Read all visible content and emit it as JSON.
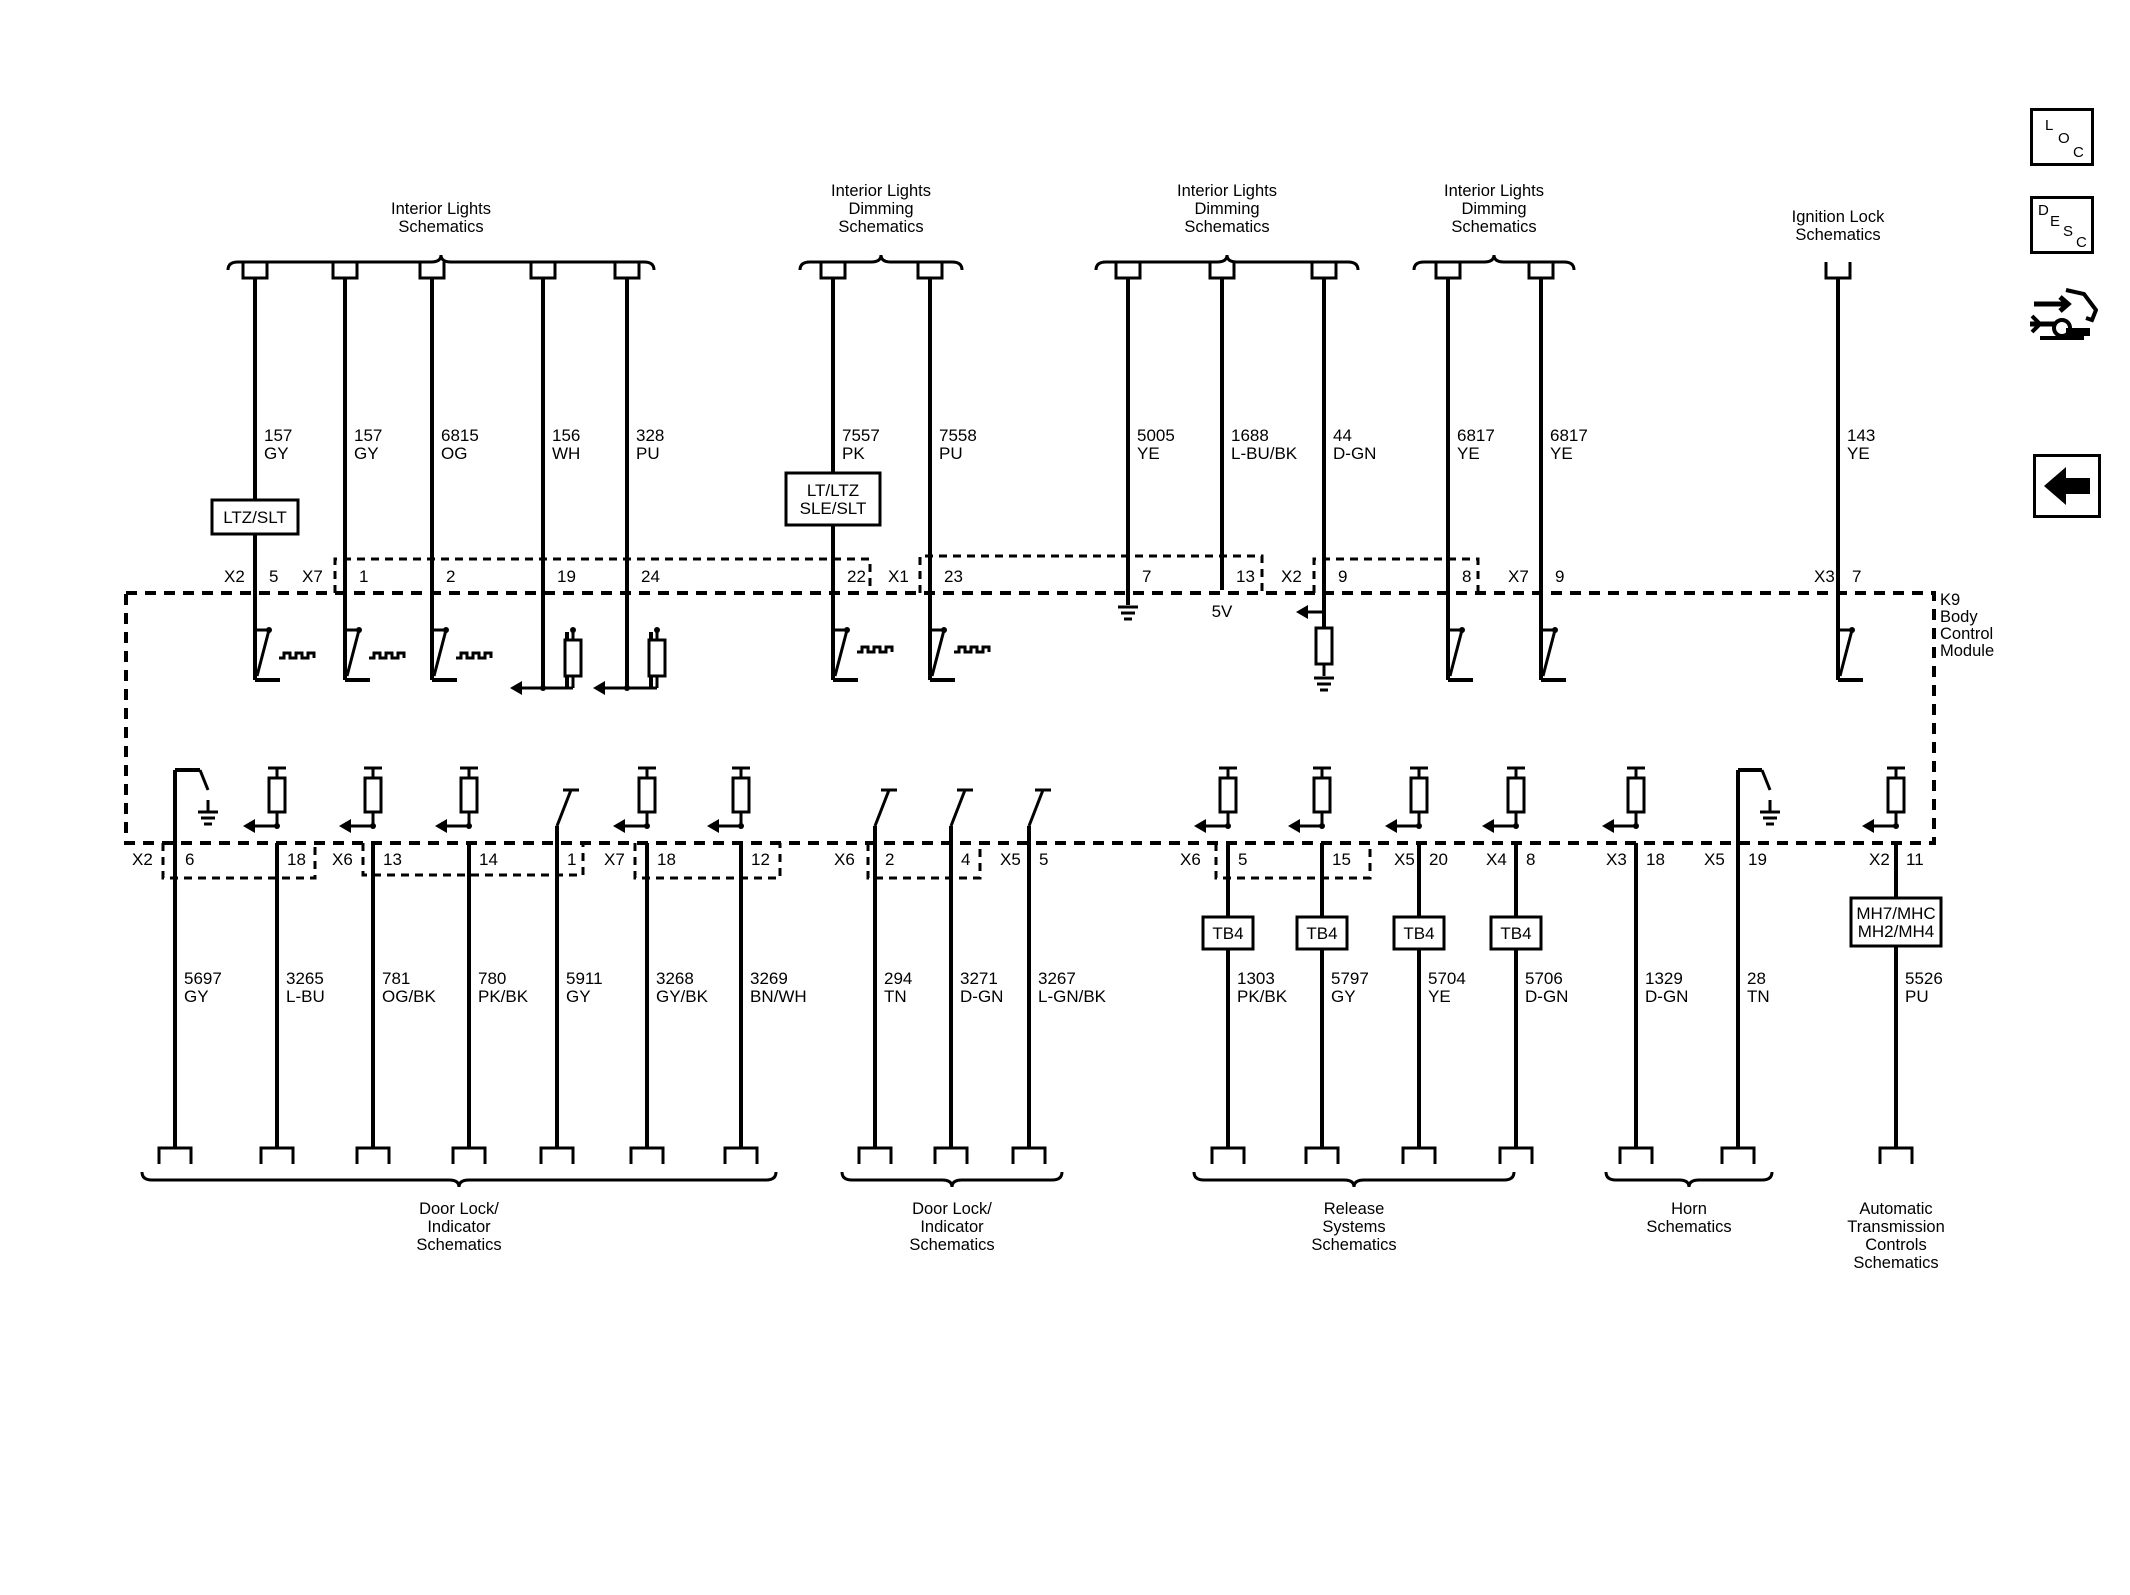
{
  "header_groups": [
    {
      "lines": [
        "Interior Lights",
        "Schematics"
      ]
    },
    {
      "lines": [
        "Interior Lights",
        "Dimming",
        "Schematics"
      ]
    },
    {
      "lines": [
        "Interior Lights",
        "Dimming",
        "Schematics"
      ]
    },
    {
      "lines": [
        "Interior Lights",
        "Dimming",
        "Schematics"
      ]
    },
    {
      "lines": [
        "Ignition Lock",
        "Schematics"
      ]
    }
  ],
  "footer_groups": [
    {
      "lines": [
        "Door Lock/",
        "Indicator",
        "Schematics"
      ]
    },
    {
      "lines": [
        "Door Lock/",
        "Indicator",
        "Schematics"
      ]
    },
    {
      "lines": [
        "Release",
        "Systems",
        "Schematics"
      ]
    },
    {
      "lines": [
        "Horn",
        "Schematics"
      ]
    },
    {
      "lines": [
        "Automatic",
        "Transmission",
        "Controls",
        "Schematics"
      ]
    }
  ],
  "module": {
    "lines": [
      "K9",
      "Body",
      "Control",
      "Module"
    ]
  },
  "top_wires": [
    {
      "circuit": "157",
      "color": "GY",
      "pin": "5"
    },
    {
      "circuit": "157",
      "color": "GY",
      "pin": "1"
    },
    {
      "circuit": "6815",
      "color": "OG",
      "pin": "2"
    },
    {
      "circuit": "156",
      "color": "WH",
      "pin": "19"
    },
    {
      "circuit": "328",
      "color": "PU",
      "pin": "24"
    },
    {
      "circuit": "7557",
      "color": "PK",
      "pin": "22"
    },
    {
      "circuit": "7558",
      "color": "PU",
      "pin": "23"
    },
    {
      "circuit": "5005",
      "color": "YE",
      "pin": "7"
    },
    {
      "circuit": "1688",
      "color": "L-BU/BK",
      "pin": "13"
    },
    {
      "circuit": "44",
      "color": "D-GN",
      "pin": "9"
    },
    {
      "circuit": "6817",
      "color": "YE",
      "pin": "8"
    },
    {
      "circuit": "6817",
      "color": "YE",
      "pin": "9"
    },
    {
      "circuit": "143",
      "color": "YE",
      "pin": "7"
    }
  ],
  "top_connectors": [
    "X2",
    "X7",
    "X1",
    "X2",
    "X7",
    "X3"
  ],
  "top_options": [
    {
      "lines": [
        "LTZ/SLT"
      ]
    },
    {
      "lines": [
        "LT/LTZ",
        "SLE/SLT"
      ]
    }
  ],
  "voltage_label": "5V",
  "bottom_wires": [
    {
      "circuit": "5697",
      "color": "GY",
      "pin": "6"
    },
    {
      "circuit": "3265",
      "color": "L-BU",
      "pin": "18"
    },
    {
      "circuit": "781",
      "color": "OG/BK",
      "pin": "13"
    },
    {
      "circuit": "780",
      "color": "PK/BK",
      "pin": "14"
    },
    {
      "circuit": "5911",
      "color": "GY",
      "pin": "1"
    },
    {
      "circuit": "3268",
      "color": "GY/BK",
      "pin": "18"
    },
    {
      "circuit": "3269",
      "color": "BN/WH",
      "pin": "12"
    },
    {
      "circuit": "294",
      "color": "TN",
      "pin": "2"
    },
    {
      "circuit": "3271",
      "color": "D-GN",
      "pin": "4"
    },
    {
      "circuit": "3267",
      "color": "L-GN/BK",
      "pin": "5"
    },
    {
      "circuit": "1303",
      "color": "PK/BK",
      "pin": "5"
    },
    {
      "circuit": "5797",
      "color": "GY",
      "pin": "15"
    },
    {
      "circuit": "5704",
      "color": "YE",
      "pin": "20"
    },
    {
      "circuit": "5706",
      "color": "D-GN",
      "pin": "8"
    },
    {
      "circuit": "1329",
      "color": "D-GN",
      "pin": "18"
    },
    {
      "circuit": "28",
      "color": "TN",
      "pin": "19"
    },
    {
      "circuit": "5526",
      "color": "PU",
      "pin": "11"
    }
  ],
  "bottom_connectors": [
    "X2",
    "X6",
    "X7",
    "X6",
    "X5",
    "X6",
    "X5",
    "X4",
    "X3",
    "X5",
    "X2"
  ],
  "tb_label": "TB4",
  "bottom_option": {
    "lines": [
      "MH7/MHC",
      "MH2/MH4"
    ]
  },
  "side_buttons": {
    "loc": [
      "L",
      "O",
      "C"
    ],
    "desc": [
      "D",
      "E",
      "S",
      "C"
    ]
  }
}
